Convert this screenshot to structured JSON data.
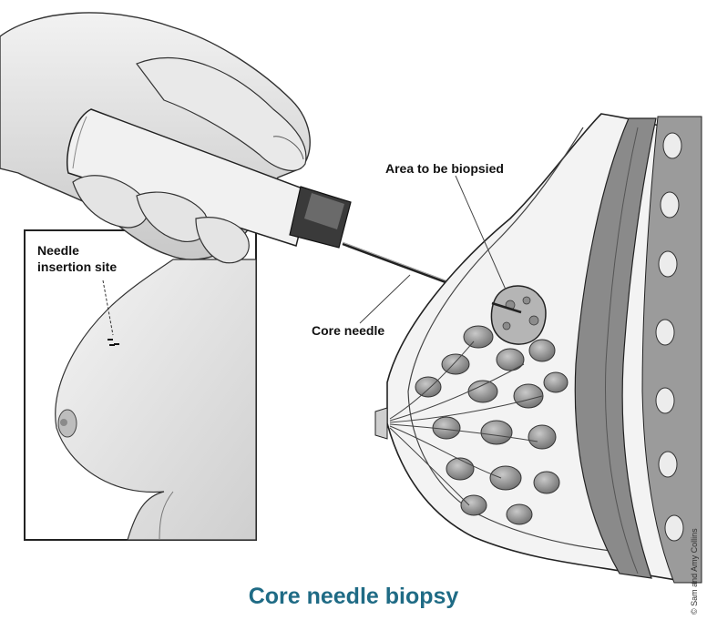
{
  "title": "Core needle biopsy",
  "labels": {
    "needle_site_line1": "Needle",
    "needle_site_line2": "insertion site",
    "biopsy_area": "Area to be biopsied",
    "core_needle": "Core needle"
  },
  "credit": "© Sam and Amy Collins",
  "colors": {
    "title": "#1f6b85",
    "line": "#222222",
    "tissue_dark": "#6e6e6e",
    "tissue_mid": "#a9a9a9",
    "tissue_light": "#e6e6e6"
  }
}
